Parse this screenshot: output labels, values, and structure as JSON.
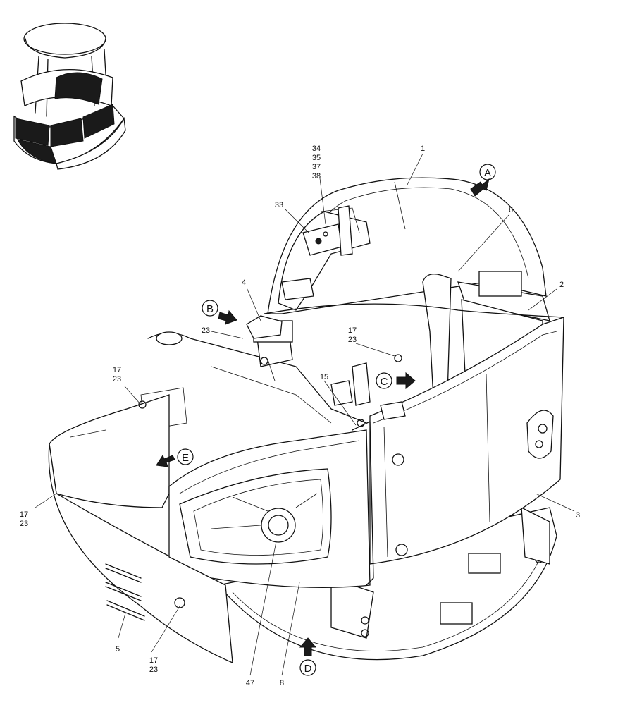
{
  "labels": {
    "l1": "1",
    "l2": "2",
    "l3": "3",
    "l4": "4",
    "l5": "5",
    "l6": "6",
    "l8": "8",
    "l15": "15",
    "l33": "33",
    "l47": "47",
    "l17_top": "17",
    "l23_top": "23",
    "l17_left": "17",
    "l23_left": "23",
    "l17_bl": "17",
    "l23_bl": "23",
    "l17_bot": "17",
    "l23_bot": "23",
    "l23_b": "23",
    "stack_34": "34",
    "stack_35": "35",
    "stack_37": "37",
    "stack_38": "38"
  },
  "views": {
    "A": "A",
    "B": "B",
    "C": "C",
    "D": "D",
    "E": "E"
  }
}
